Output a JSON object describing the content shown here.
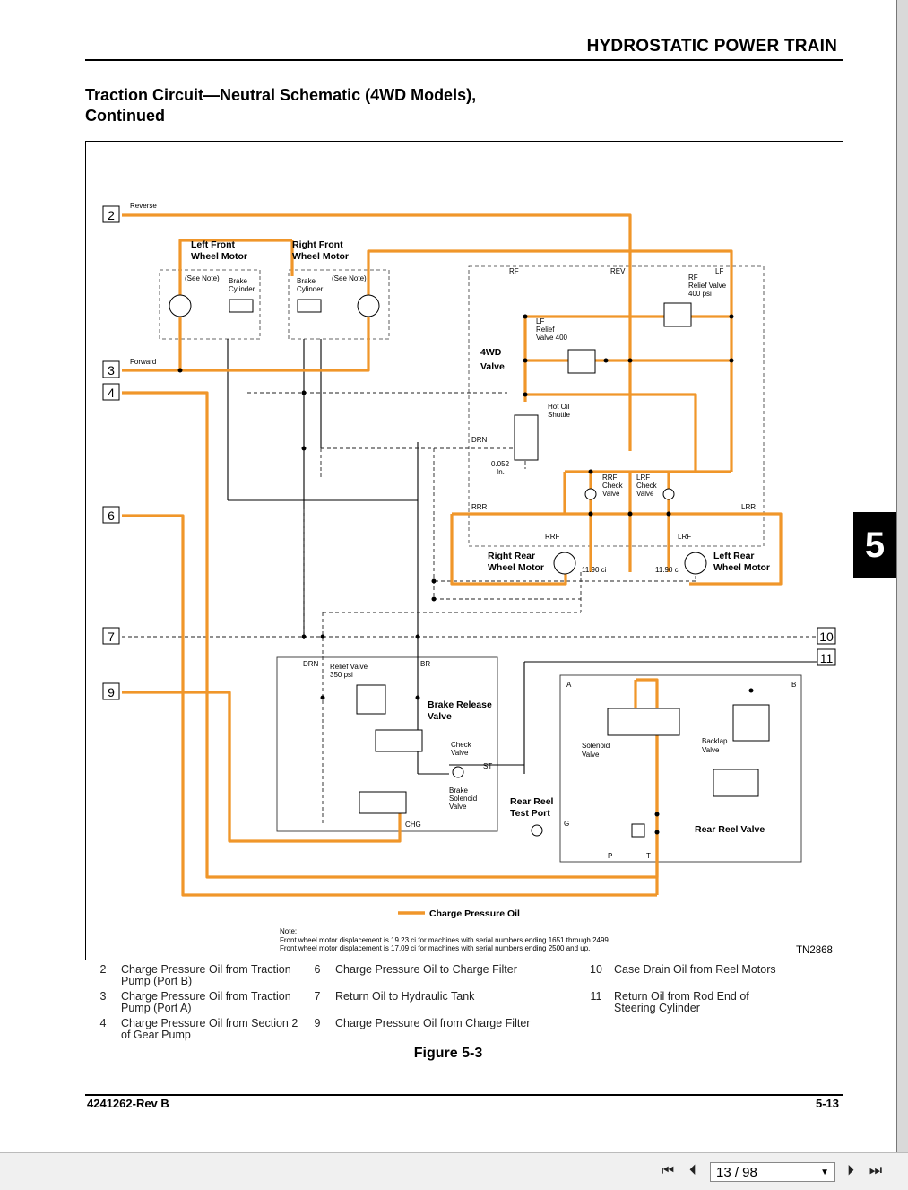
{
  "header": {
    "title": "HYDROSTATIC POWER TRAIN"
  },
  "section": {
    "title_line1": "Traction Circuit—Neutral Schematic (4WD Models),",
    "title_line2": "Continued"
  },
  "diagram": {
    "callouts": [
      "2",
      "3",
      "4",
      "6",
      "7",
      "9",
      "10",
      "11"
    ],
    "labels": {
      "reverse": "Reverse",
      "forward": "Forward",
      "lf_motor_1": "Left Front",
      "lf_motor_2": "Wheel Motor",
      "rf_motor_1": "Right Front",
      "rf_motor_2": "Wheel Motor",
      "see_note": "(See Note)",
      "brake_cyl_1": "Brake",
      "brake_cyl_2": "Cylinder",
      "rf_port": "RF",
      "rev_port": "REV",
      "lf_port": "LF",
      "rf_relief_1": "RF",
      "rf_relief_2": "Relief Valve",
      "rf_relief_3": "400 psi",
      "lf_relief_1": "LF",
      "lf_relief_2": "Relief",
      "lf_relief_3": "Valve 400",
      "valve_4wd_1": "4WD",
      "valve_4wd_2": "Valve",
      "hot_oil_1": "Hot Oil",
      "hot_oil_2": "Shuttle",
      "drn": "DRN",
      "orifice_1": "0.052",
      "orifice_2": "In.",
      "rrf_check_1": "RRF",
      "rrf_check_2": "Check",
      "rrf_check_3": "Valve",
      "lrf_check_1": "LRF",
      "lrf_check_2": "Check",
      "lrf_check_3": "Valve",
      "rrr": "RRR",
      "lrr": "LRR",
      "rrf": "RRF",
      "lrf": "LRF",
      "rr_motor_1": "Right Rear",
      "rr_motor_2": "Wheel Motor",
      "lr_motor_1": "Left Rear",
      "lr_motor_2": "Wheel Motor",
      "disp_r": "11.90 ci",
      "disp_l": "11.90 ci",
      "br_drn": "DRN",
      "br_relief_1": "Relief Valve",
      "br_relief_2": "350 psi",
      "br_port": "BR",
      "brake_release_1": "Brake Release",
      "brake_release_2": "Valve",
      "check_valve_1": "Check",
      "check_valve_2": "Valve",
      "st_port": "ST",
      "brake_sol_1": "Brake",
      "brake_sol_2": "Solenoid",
      "brake_sol_3": "Valve",
      "chg_port": "CHG",
      "reel_a": "A",
      "reel_b": "B",
      "solenoid_valve_1": "Solenoid",
      "solenoid_valve_2": "Valve",
      "backlap_1": "Backlap",
      "backlap_2": "Valve",
      "test_port_1": "Rear Reel",
      "test_port_2": "Test Port",
      "g_port": "G",
      "p_port": "P",
      "t_port": "T",
      "rear_reel_valve": "Rear Reel Valve",
      "legend_label": "Charge Pressure Oil",
      "note_head": "Note:",
      "note_1": "Front wheel motor displacement is 19.23 ci for machines with serial numbers ending 1651 through 2499.",
      "note_2": "Front wheel motor displacement is 17.09 ci for machines with serial numbers ending 2500 and up.",
      "tn": "TN2868"
    },
    "colors": {
      "charge_pressure": "#f0962a",
      "line": "#000000"
    }
  },
  "legend": [
    {
      "num": "2",
      "text": "Charge Pressure Oil from Traction Pump (Port B)"
    },
    {
      "num": "3",
      "text": "Charge Pressure Oil from Traction Pump (Port A)"
    },
    {
      "num": "4",
      "text": "Charge Pressure Oil from Section 2 of Gear Pump"
    },
    {
      "num": "6",
      "text": "Charge Pressure Oil to Charge Filter"
    },
    {
      "num": "7",
      "text": "Return Oil to Hydraulic Tank"
    },
    {
      "num": "9",
      "text": "Charge Pressure Oil from Charge Filter"
    },
    {
      "num": "10",
      "text": "Case Drain Oil from Reel Motors"
    },
    {
      "num": "11",
      "text": "Return Oil from Rod End of Steering Cylinder"
    }
  ],
  "figure": {
    "caption": "Figure 5-3"
  },
  "footer": {
    "doc_id": "4241262-Rev B",
    "page_ref": "5-13"
  },
  "chapter_tab": "5",
  "viewer": {
    "page_indicator": "13 / 98"
  }
}
